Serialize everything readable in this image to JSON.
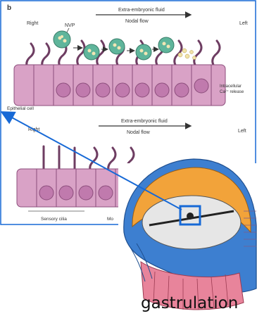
{
  "figure": {
    "panel_letter": "b",
    "top_panel": {
      "left_side": "Right",
      "right_side": "Left",
      "fluid": "Extra-embryonic fluid",
      "flow": "Nodal flow",
      "nvp": "NVP",
      "release_line1": "Intracellular",
      "release_line2": "Ca²⁺ release",
      "cell": "Epithelial cell"
    },
    "bottom_panel": {
      "left_side": "Right",
      "right_side": "Left",
      "fluid": "Extra-embryonic fluid",
      "flow": "Nodal flow",
      "cilia_a": "Sensory cilia",
      "cilia_b": "Mo"
    }
  },
  "caption": "gastrulation",
  "colors": {
    "cell": "#d9a2c6",
    "nucleus": "#b0649d",
    "cilia": "#6e3d62",
    "vesicle": "#5fb59b",
    "highlight": "#1769d6",
    "embryo_orange": "#f2a33a",
    "embryo_blue": "#3d7fd0",
    "embryo_pink": "#e8849b"
  }
}
